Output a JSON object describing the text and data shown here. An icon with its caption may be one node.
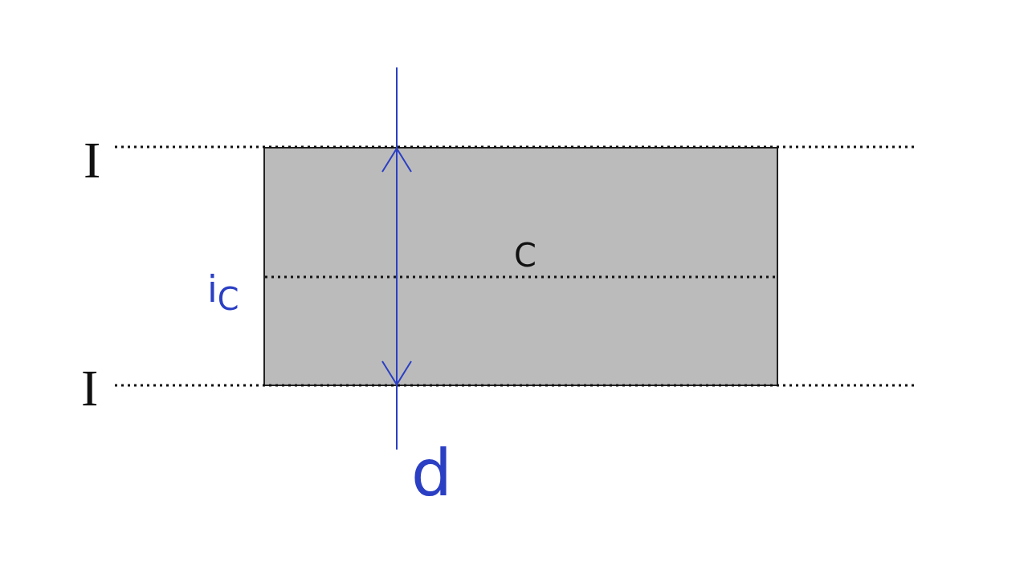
{
  "diagram": {
    "nodes": [
      {
        "text": [
          "C"
        ]
      }
    ],
    "labels": [
      "I",
      "I",
      "i$_{C}$",
      "d"
    ]
  }
}
